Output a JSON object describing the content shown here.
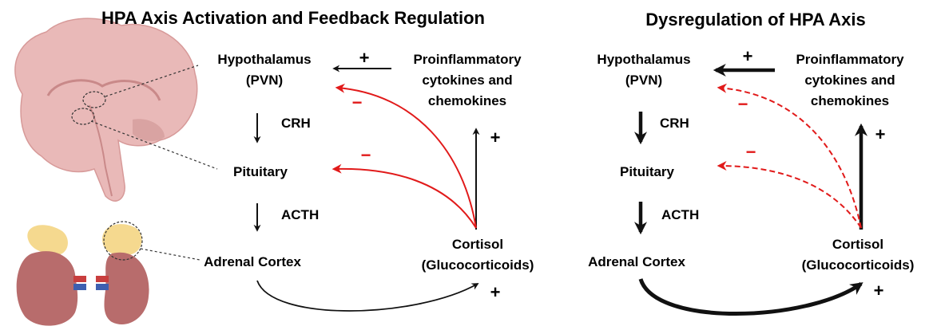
{
  "panels": [
    {
      "title": "HPA Axis Activation and Feedback Regulation",
      "nodes": {
        "hypothalamus": [
          "Hypothalamus",
          "(PVN)"
        ],
        "pituitary": "Pituitary",
        "adrenal": "Adrenal Cortex",
        "cortisol": [
          "Cortisol",
          "(Glucocorticoids)"
        ],
        "cytokines": [
          "Proinflammatory",
          "cytokines and",
          "chemokines"
        ]
      },
      "hormones": {
        "crh": "CRH",
        "acth": "ACTH"
      },
      "signs": {
        "cytokine_to_hypothalamus": "+",
        "cortisol_to_hypothalamus": "−",
        "cortisol_to_pituitary": "−",
        "cortisol_to_cytokines": "+",
        "adrenal_to_cortisol": "+"
      }
    },
    {
      "title": "Dysregulation of HPA Axis",
      "nodes": {
        "hypothalamus": [
          "Hypothalamus",
          "(PVN)"
        ],
        "pituitary": "Pituitary",
        "adrenal": "Adrenal Cortex",
        "cortisol": [
          "Cortisol",
          "(Glucocorticoids)"
        ],
        "cytokines": [
          "Proinflammatory",
          "cytokines and",
          "chemokines"
        ]
      },
      "hormones": {
        "crh": "CRH",
        "acth": "ACTH"
      },
      "signs": {
        "cytokine_to_hypothalamus": "+",
        "cortisol_to_hypothalamus": "−",
        "cortisol_to_pituitary": "−",
        "cortisol_to_cytokines": "+",
        "adrenal_to_cortisol": "+"
      }
    }
  ],
  "colors": {
    "inhibition": "#e11a1a",
    "stimulation": "#111111",
    "brain": "#e9b9b8",
    "adrenal_gland": "#f5d98f",
    "kidney": "#b86c6c"
  }
}
